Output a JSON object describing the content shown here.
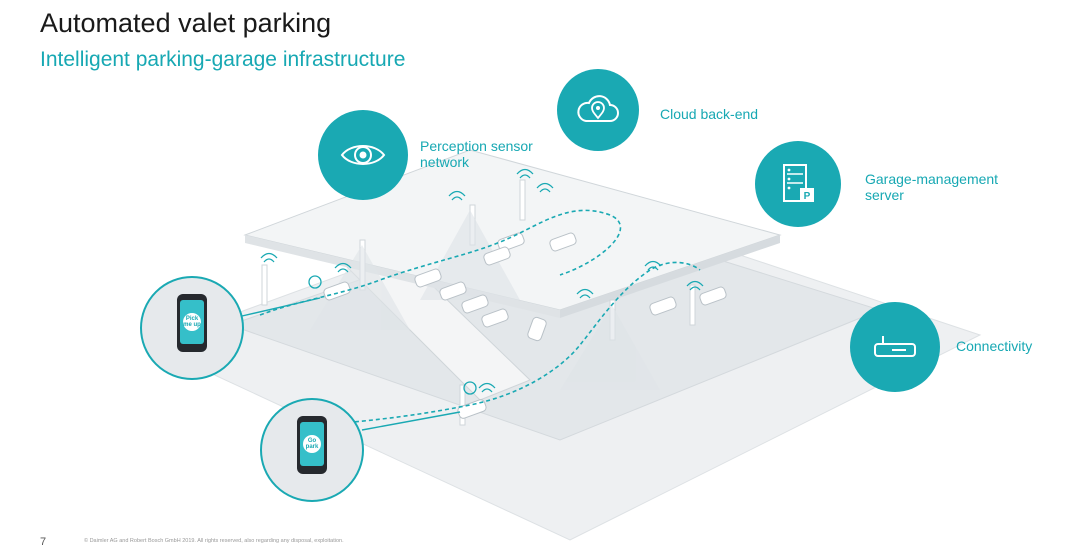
{
  "header": {
    "title": "Automated valet parking",
    "subtitle": "Intelligent parking-garage infrastructure"
  },
  "features": [
    {
      "id": "cloud",
      "label": "Cloud back-end",
      "icon": "cloud-location-icon"
    },
    {
      "id": "perception",
      "label": "Perception sensor\nnetwork",
      "icon": "eye-icon"
    },
    {
      "id": "server",
      "label": "Garage-management\nserver",
      "icon": "server-icon"
    },
    {
      "id": "connectivity",
      "label": "Connectivity",
      "icon": "router-icon"
    }
  ],
  "phones": [
    {
      "label": "Pick me up"
    },
    {
      "label": "Go park"
    }
  ],
  "footer": {
    "page_number": "7",
    "copyright": "© Daimler AG and Robert Bosch GmbH 2019. All rights reserved, also regarding any disposal, exploitation."
  },
  "colors": {
    "accent": "#1aa9b3",
    "title": "#1a1a1a"
  }
}
